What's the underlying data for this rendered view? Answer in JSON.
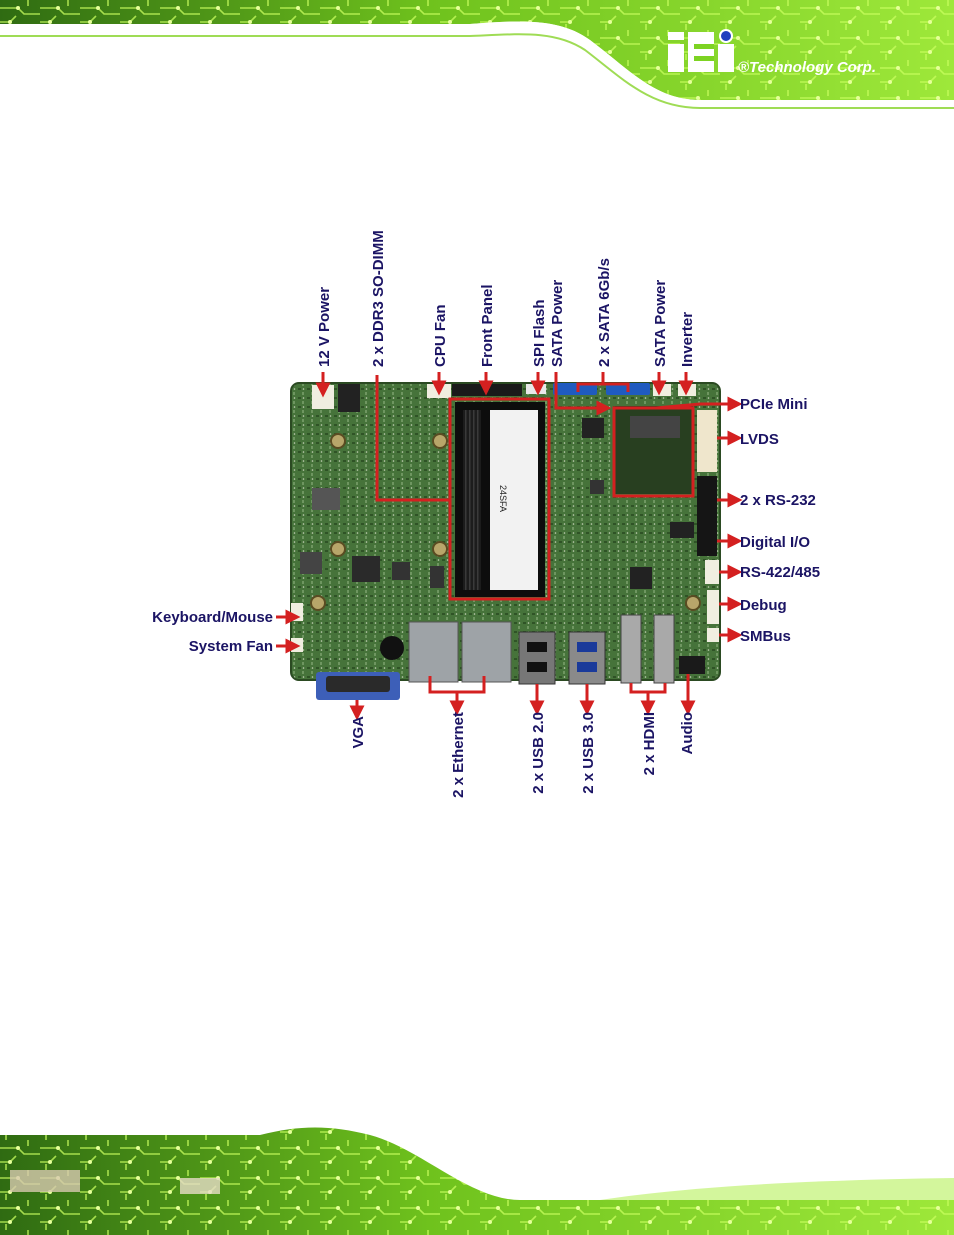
{
  "brand": {
    "logo_mark": "iEi",
    "name": "®Technology Corp."
  },
  "diagram": {
    "labels_top": [
      "12 V Power",
      "2 x DDR3 SO-DIMM",
      "CPU Fan",
      "Front Panel",
      "SPI Flash",
      "SATA Power",
      "2 x SATA 6Gb/s",
      "SATA Power",
      "Inverter"
    ],
    "labels_right": [
      "PCIe Mini",
      "LVDS",
      "2 x RS-232",
      "Digital I/O",
      "RS-422/485",
      "Debug",
      "SMBus"
    ],
    "labels_left": [
      "Keyboard/Mouse",
      "System Fan"
    ],
    "labels_bottom": [
      "VGA",
      "2 x Ethernet",
      "2 x USB 2.0",
      "2 x USB 3.0",
      "2 x HDMI",
      "Audio"
    ],
    "board_silkscreen": "24SFA"
  },
  "colors": {
    "pcb_green": "#3f6b33",
    "callout_red": "#d42020",
    "label_navy": "#1b1464",
    "banner_green": "#7dd322"
  }
}
